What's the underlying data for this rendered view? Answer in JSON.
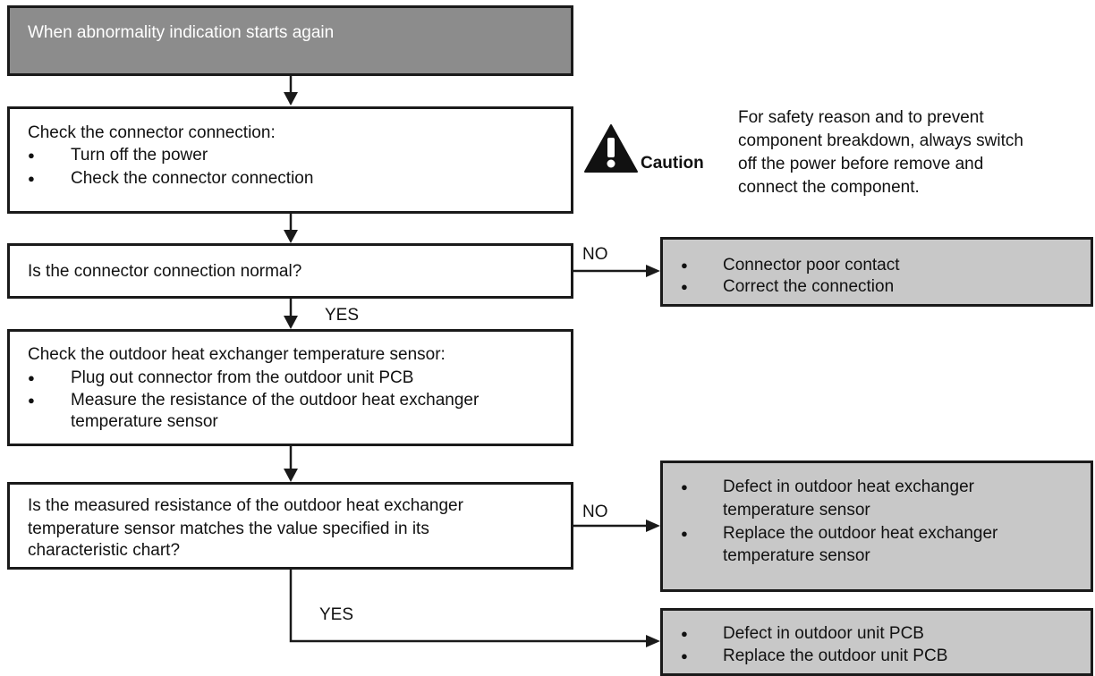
{
  "start": {
    "text": "When abnormality indication starts again"
  },
  "step1": {
    "heading": "Check the connector connection:",
    "bullets": [
      "Turn off the power",
      "Check the connector connection"
    ]
  },
  "caution": {
    "label": "Caution",
    "text": [
      "For safety reason and to prevent",
      "component breakdown, always switch",
      "off the power before remove and",
      "connect the component."
    ]
  },
  "q1": {
    "text": "Is the connector connection normal?",
    "no_label": "NO",
    "yes_label": "YES"
  },
  "result1": {
    "bullets": [
      "Connector poor contact",
      "Correct the connection"
    ]
  },
  "step2": {
    "heading": "Check the outdoor heat exchanger temperature sensor:",
    "bullets": [
      "Plug out connector from the outdoor unit PCB",
      "Measure the resistance of the outdoor heat exchanger",
      "temperature sensor"
    ]
  },
  "q2": {
    "lines": [
      "Is the measured resistance of the outdoor heat exchanger",
      "temperature sensor matches the value specified in its",
      "characteristic chart?"
    ],
    "no_label": "NO",
    "yes_label": "YES"
  },
  "result2": {
    "lines": [
      "Defect in outdoor heat exchanger",
      "temperature sensor",
      "Replace the outdoor heat exchanger",
      "temperature sensor"
    ]
  },
  "result3": {
    "bullets": [
      "Defect in outdoor unit PCB",
      "Replace the outdoor unit PCB"
    ]
  },
  "bullet_char": "●",
  "colors": {
    "box_fill_grey": "#c8c8c8",
    "start_fill": "#8c8c8c",
    "line": "#1a1a1a"
  }
}
